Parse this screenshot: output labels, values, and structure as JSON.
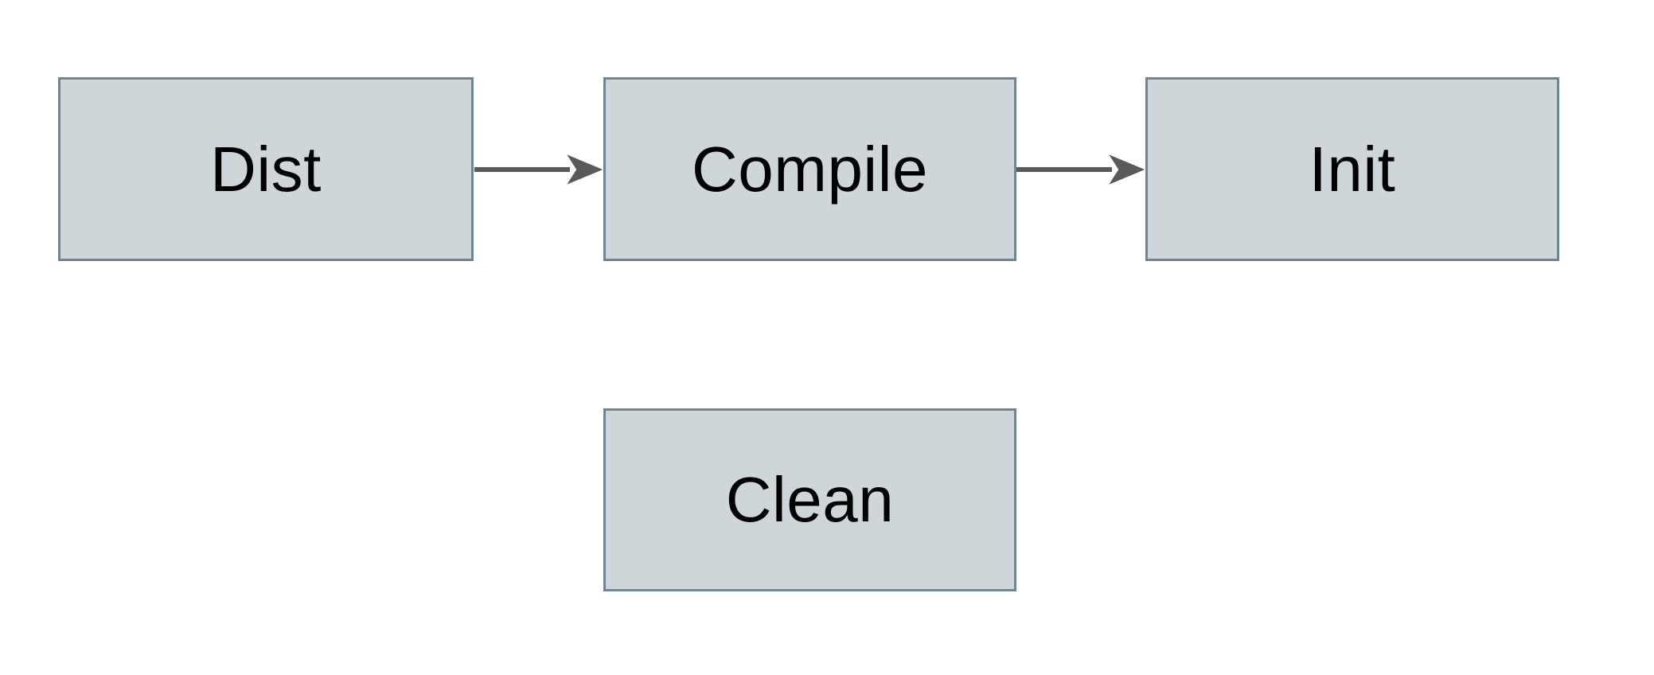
{
  "diagram": {
    "title": "build-tasks-flow",
    "nodes": [
      {
        "id": "dist",
        "label": "Dist"
      },
      {
        "id": "compile",
        "label": "Compile"
      },
      {
        "id": "init",
        "label": "Init"
      },
      {
        "id": "clean",
        "label": "Clean"
      }
    ],
    "edges": [
      {
        "from": "dist",
        "to": "compile"
      },
      {
        "from": "compile",
        "to": "init"
      }
    ],
    "colors": {
      "background": "#ffffff",
      "node_fill": "#ced6d9",
      "node_border": "#6e8592",
      "node_text": "#000000",
      "arrow": "#595959"
    }
  }
}
